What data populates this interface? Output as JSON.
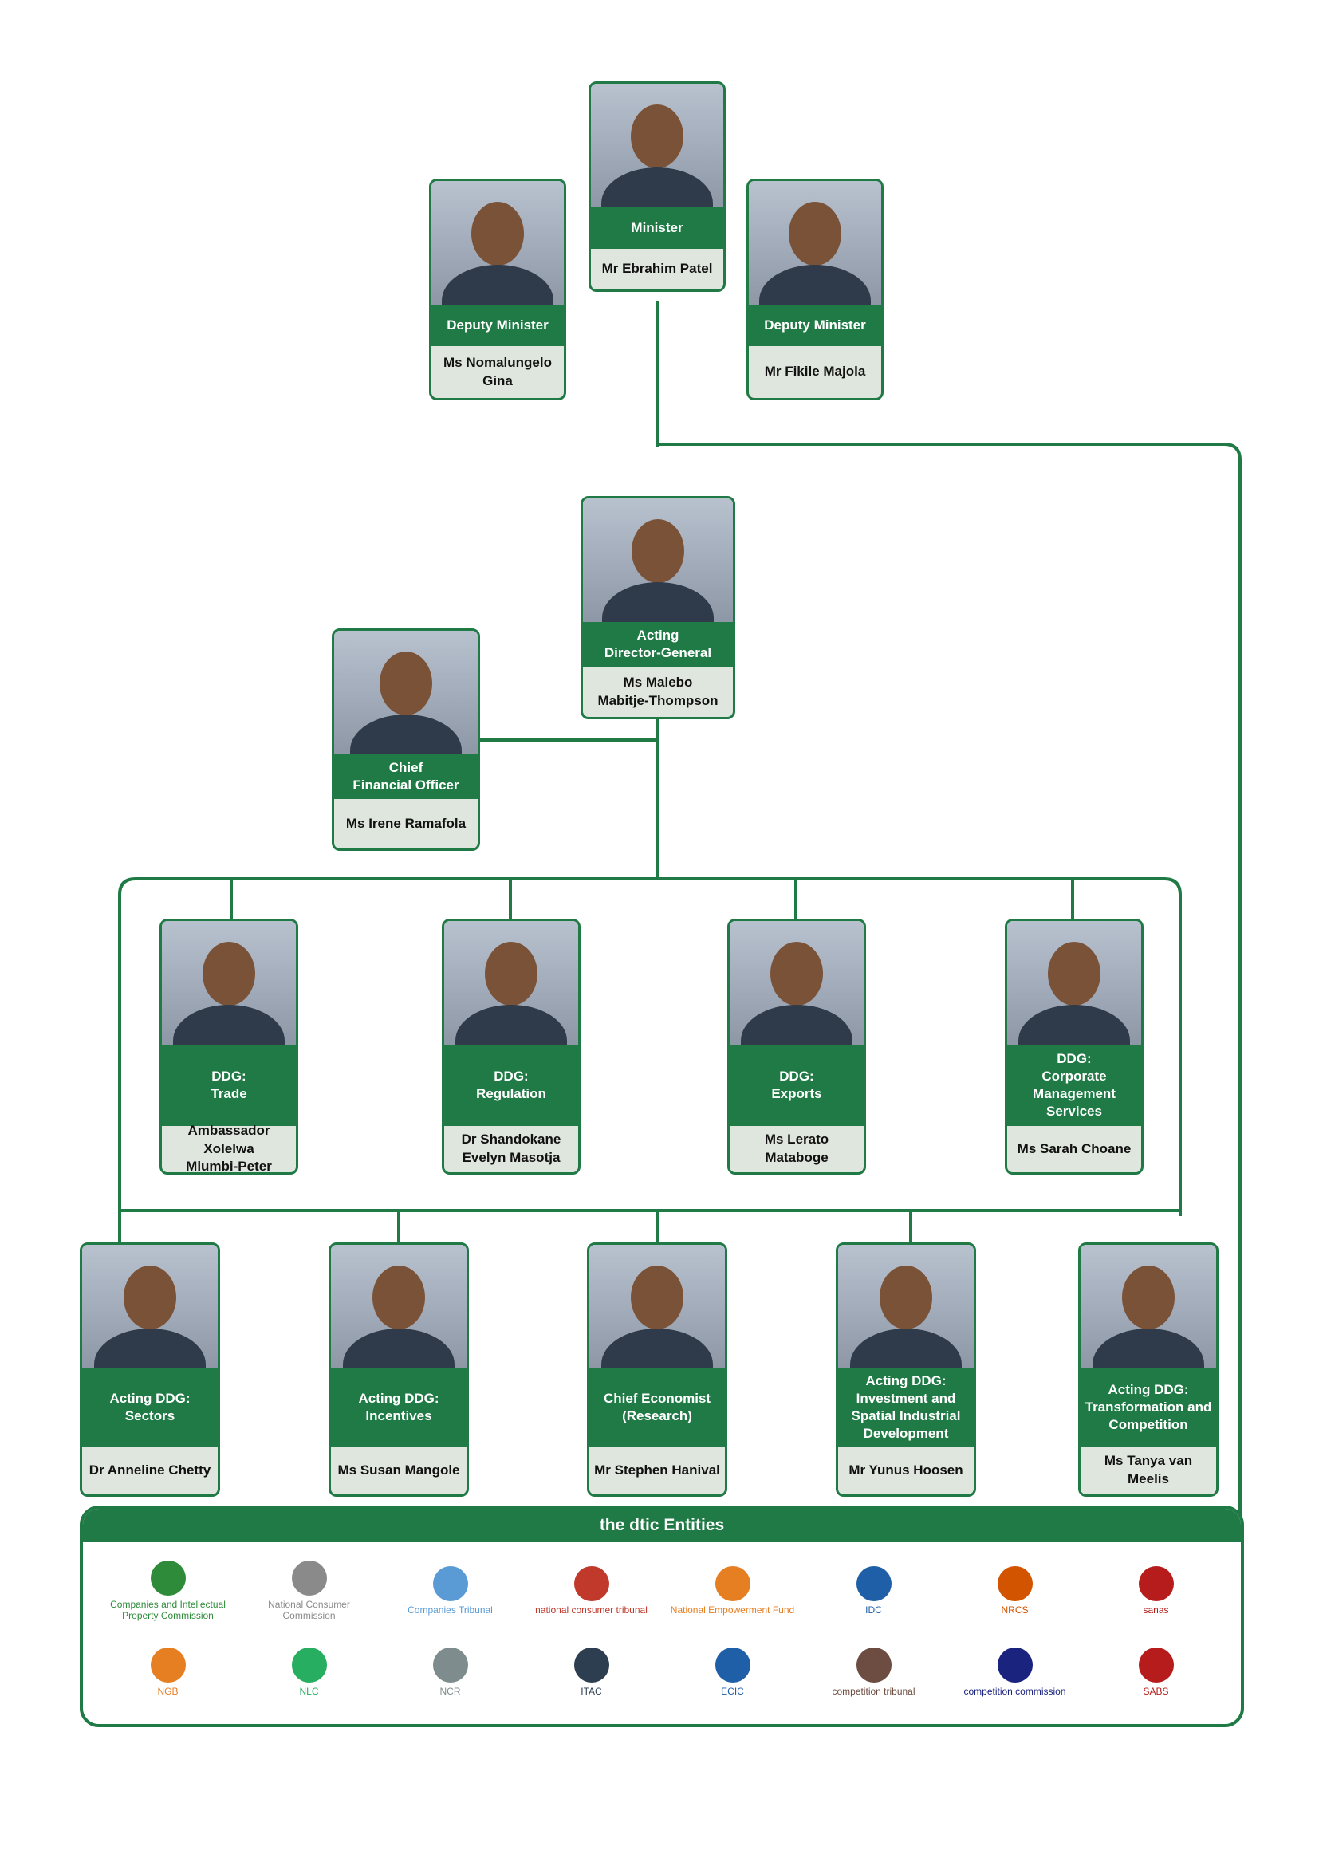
{
  "colors": {
    "accent": "#1f7a45",
    "card_bg": "#dfe6dd",
    "text": "#111111"
  },
  "minister": {
    "role": "Minister",
    "name": "Mr Ebrahim Patel"
  },
  "deputies": [
    {
      "role": "Deputy Minister",
      "name": "Ms Nomalungelo\nGina"
    },
    {
      "role": "Deputy Minister",
      "name": "Mr Fikile Majola"
    }
  ],
  "dg": {
    "role": "Acting\nDirector-General",
    "name": "Ms Malebo\nMabitje-Thompson"
  },
  "cfo": {
    "role": "Chief\nFinancial Officer",
    "name": "Ms Irene Ramafola"
  },
  "ddgs": [
    {
      "role": "DDG:\nTrade",
      "name": "Ambassador Xolelwa\nMlumbi-Peter"
    },
    {
      "role": "DDG:\nRegulation",
      "name": "Dr Shandokane\nEvelyn Masotja"
    },
    {
      "role": "DDG:\nExports",
      "name": "Ms Lerato Mataboge"
    },
    {
      "role": "DDG:\nCorporate\nManagement Services",
      "name": "Ms Sarah Choane"
    }
  ],
  "acting_ddgs": [
    {
      "role": "Acting DDG:\nSectors",
      "name": "Dr Anneline Chetty"
    },
    {
      "role": "Acting DDG:\nIncentives",
      "name": "Ms Susan Mangole"
    },
    {
      "role": "Chief Economist\n(Research)",
      "name": "Mr Stephen Hanival"
    },
    {
      "role": "Acting DDG:\nInvestment and\nSpatial Industrial\nDevelopment",
      "name": "Mr Yunus Hoosen"
    },
    {
      "role": "Acting DDG:\nTransformation and\nCompetition",
      "name": "Ms Tanya van Meelis"
    }
  ],
  "entities": {
    "title": "the dtic Entities",
    "logos": [
      {
        "label": "Companies and Intellectual Property Commission",
        "color": "#2e8b3a"
      },
      {
        "label": "National Consumer Commission",
        "color": "#8a8a8a"
      },
      {
        "label": "Companies Tribunal",
        "color": "#5a9bd5"
      },
      {
        "label": "national consumer tribunal",
        "color": "#c0392b"
      },
      {
        "label": "National Empowerment Fund",
        "color": "#e67e22"
      },
      {
        "label": "IDC",
        "color": "#1f5fa8"
      },
      {
        "label": "NRCS",
        "color": "#d35400"
      },
      {
        "label": "sanas",
        "color": "#b71c1c"
      },
      {
        "label": "NGB",
        "color": "#e67e22"
      },
      {
        "label": "NLC",
        "color": "#27ae60"
      },
      {
        "label": "NCR",
        "color": "#7f8c8d"
      },
      {
        "label": "ITAC",
        "color": "#2c3e50"
      },
      {
        "label": "ECIC",
        "color": "#1f5fa8"
      },
      {
        "label": "competition tribunal",
        "color": "#6d4c41"
      },
      {
        "label": "competition commission",
        "color": "#1a237e"
      },
      {
        "label": "SABS",
        "color": "#b71c1c"
      }
    ]
  }
}
